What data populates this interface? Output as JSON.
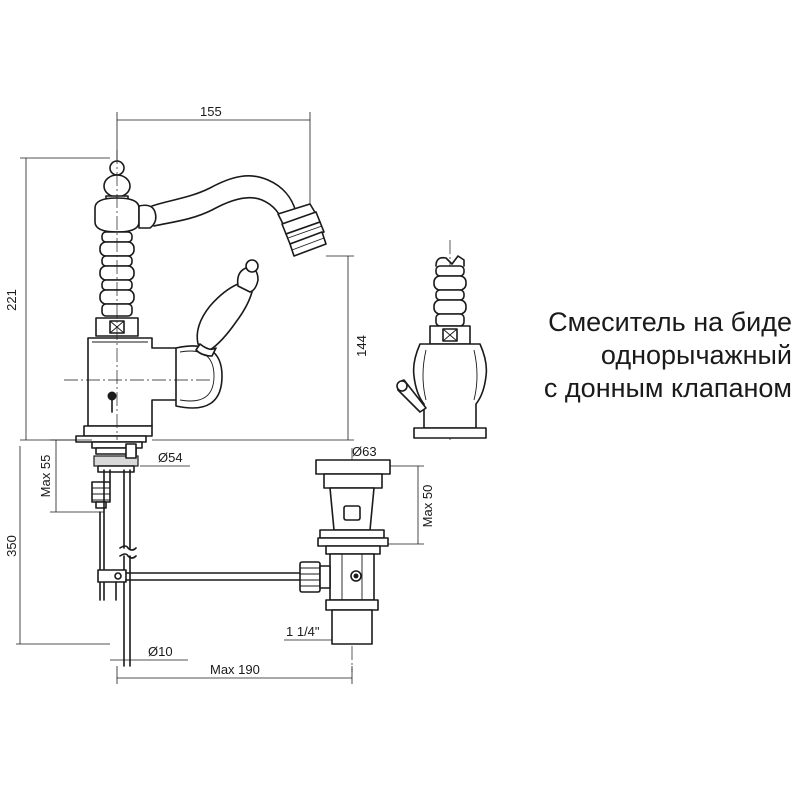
{
  "caption": {
    "line1": "Смеситель на биде",
    "line2": "однорычажный",
    "line3": "с донным клапаном"
  },
  "dimensions": {
    "width_155": "155",
    "height_221": "221",
    "spout_144": "144",
    "base_dia": "Ø54",
    "drain_dia": "Ø63",
    "max_55": "Max 55",
    "max_50": "Max 50",
    "length_350": "350",
    "thread": "1 1/4\"",
    "rod_dia": "Ø10",
    "max_190": "Max 190"
  }
}
